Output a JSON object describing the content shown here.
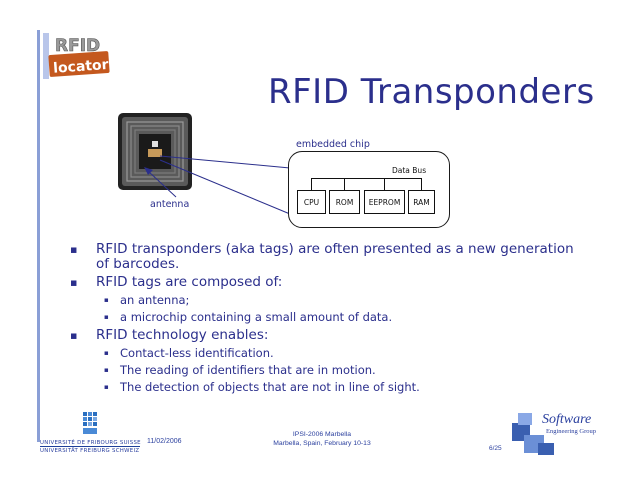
{
  "slide": {
    "title": "RFID Transponders",
    "logo_text": "RFID locator",
    "diagram": {
      "embedded_label": "embedded chip",
      "antenna_label": "antenna",
      "bus_label": "Data Bus",
      "blocks": [
        "CPU",
        "ROM",
        "EEPROM",
        "RAM"
      ]
    },
    "bullets": [
      {
        "text": "RFID transponders (aka tags) are often presented as a new generation of barcodes.",
        "sub": []
      },
      {
        "text": "RFID tags are composed of:",
        "sub": [
          "an antenna;",
          "a microchip containing a small amount of data."
        ]
      },
      {
        "text": "RFID technology enables:",
        "sub": [
          "Contact-less identification.",
          "The reading of identifiers that are in motion.",
          "The detection of objects that are not in line of sight."
        ]
      }
    ],
    "footer": {
      "university_line1": "UNIVERSITÉ DE FRIBOURG SUISSE",
      "university_line2": "UNIVERSITÄT FREIBURG SCHWEIZ",
      "date": "11/02/2006",
      "event_line1": "IPSI-2006 Marbella",
      "event_line2": "Marbella, Spain, February 10-13",
      "page": "6/25",
      "seg_logo_line1": "Software",
      "seg_logo_line2": "Engineering Group"
    }
  },
  "colors": {
    "title": "#2b2f8c",
    "accent_rule": "#8a9fd6",
    "logo_orange": "#c4581e"
  }
}
